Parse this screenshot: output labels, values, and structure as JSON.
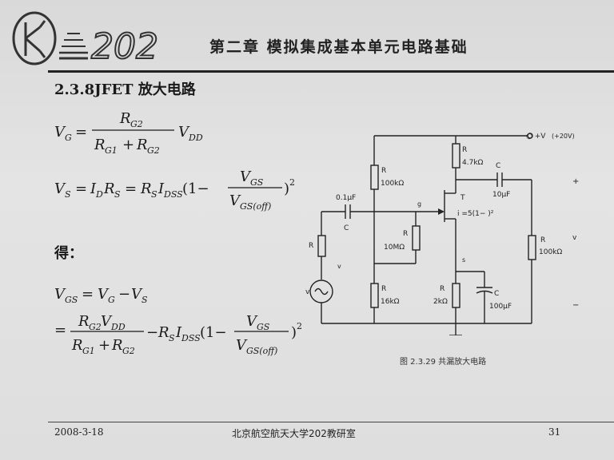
{
  "header": {
    "brand": "202",
    "chapter": "第二章 模拟集成基本单元电路基础"
  },
  "section": {
    "title": "2.3.8JFET 放大电路"
  },
  "formula_labels": {
    "de": "得："
  },
  "figure": {
    "caption": "图 2.3.29  共漏放大电路",
    "labels": {
      "vdd": "○ +V",
      "vdd_tail": "(+20V)",
      "rd": "R",
      "rd_val": "4.7kΩ",
      "c2": "C",
      "c2_val": "10μF",
      "rg1": "R",
      "rg1_val": "100kΩ",
      "c1_val": "0.1μF",
      "c1": "C",
      "g": "g",
      "t": "T",
      "id_eq": "i   =5(1−   )²",
      "rg": "R",
      "rg_val": "10MΩ",
      "rl": "R",
      "rl_val": "100kΩ",
      "rs_src": "R",
      "vi": "v",
      "vs_src": "v",
      "s": "s",
      "rg2": "R",
      "rg2_val": "16kΩ",
      "rsrc": "R",
      "rs_val": "2kΩ",
      "cs": "C",
      "cs_val": "100μF",
      "plus": "+",
      "minus": "−",
      "vo": "v"
    }
  },
  "footer": {
    "date": "2008-3-18",
    "org": "北京航空航天大学202教研室",
    "page": "31"
  }
}
